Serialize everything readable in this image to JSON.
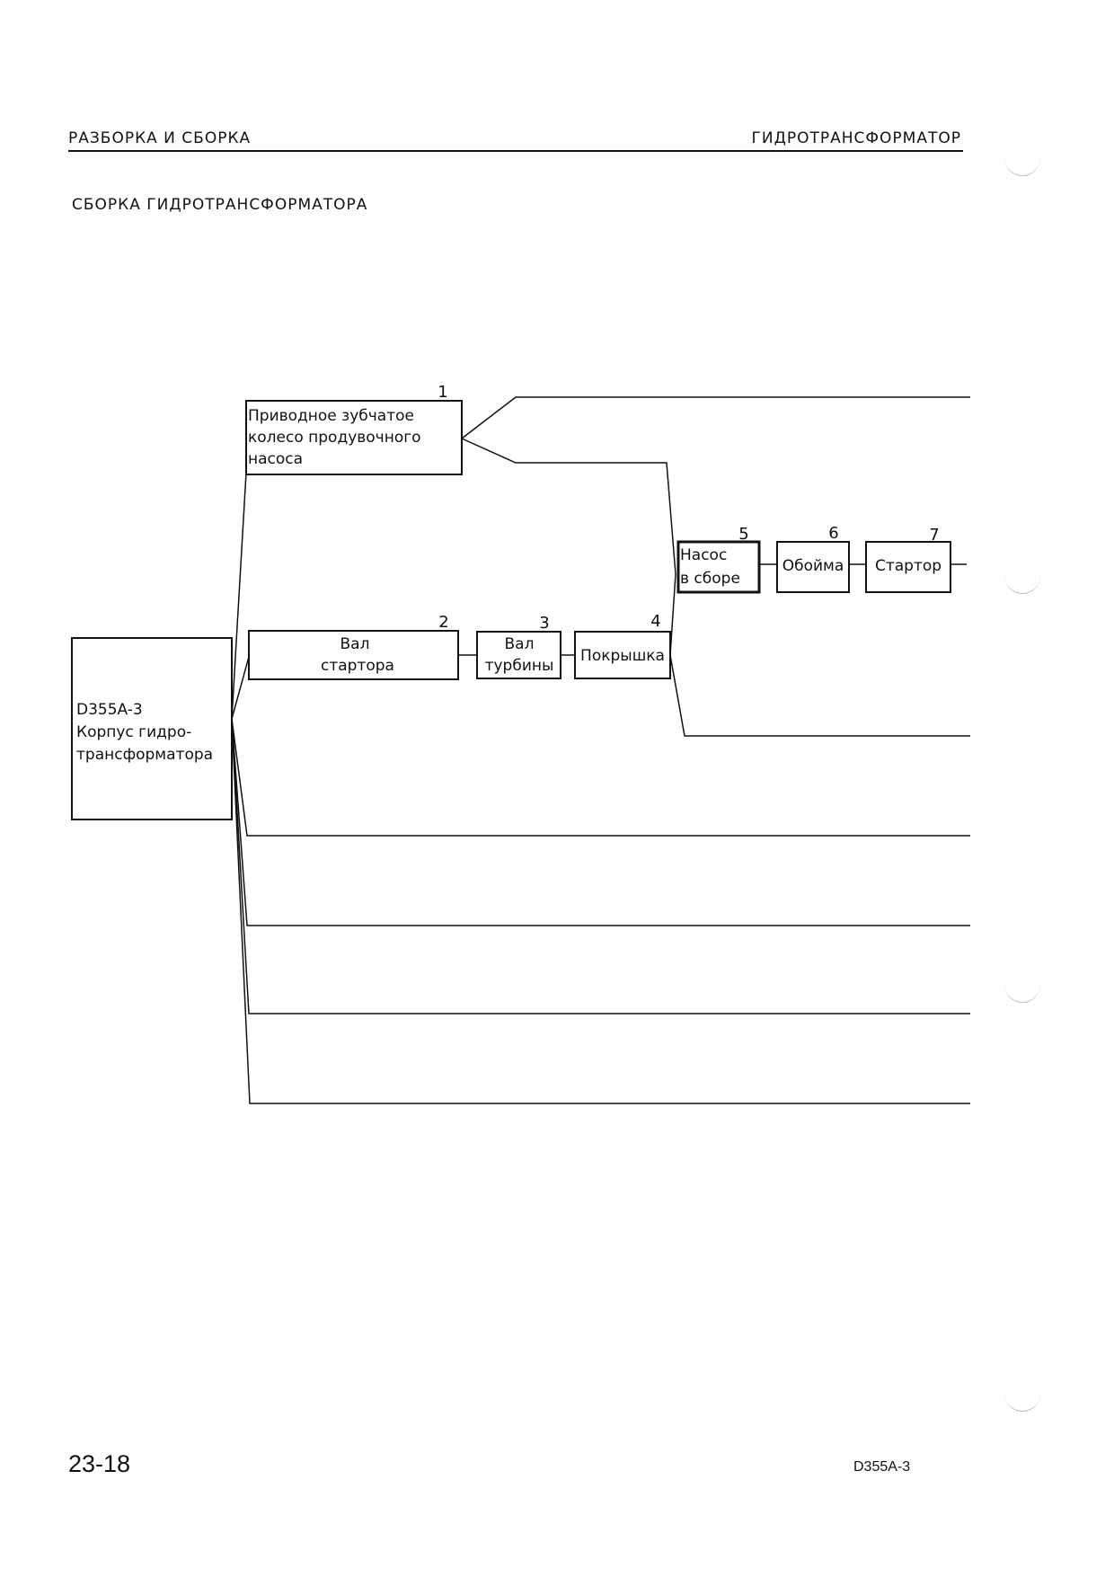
{
  "header": {
    "left": "РАЗБОРКА И СБОРКА",
    "right": "ГИДРОТРАНСФОРМАТОР"
  },
  "section_title": "СБОРКА ГИДРОТРАНСФОРМАТОРА",
  "diagram": {
    "root": {
      "lines": [
        "D355A-3",
        "Корпус гидро-",
        "трансформатора"
      ]
    },
    "nodes": [
      {
        "id": "1",
        "number": "1",
        "lines": [
          "Приводное зубчатое",
          "колесо продувочного",
          "насоса"
        ]
      },
      {
        "id": "2",
        "number": "2",
        "lines": [
          "Вал",
          "стартора"
        ]
      },
      {
        "id": "3",
        "number": "3",
        "lines": [
          "Вал",
          "турбины"
        ]
      },
      {
        "id": "4",
        "number": "4",
        "lines": [
          "Покрышка"
        ]
      },
      {
        "id": "5",
        "number": "5",
        "lines": [
          "Насос",
          "в сборе"
        ]
      },
      {
        "id": "6",
        "number": "6",
        "lines": [
          "Обойма"
        ]
      },
      {
        "id": "7",
        "number": "7",
        "lines": [
          "Стартор"
        ]
      }
    ]
  },
  "footer": {
    "page": "23-18",
    "model": "D355A-3"
  }
}
